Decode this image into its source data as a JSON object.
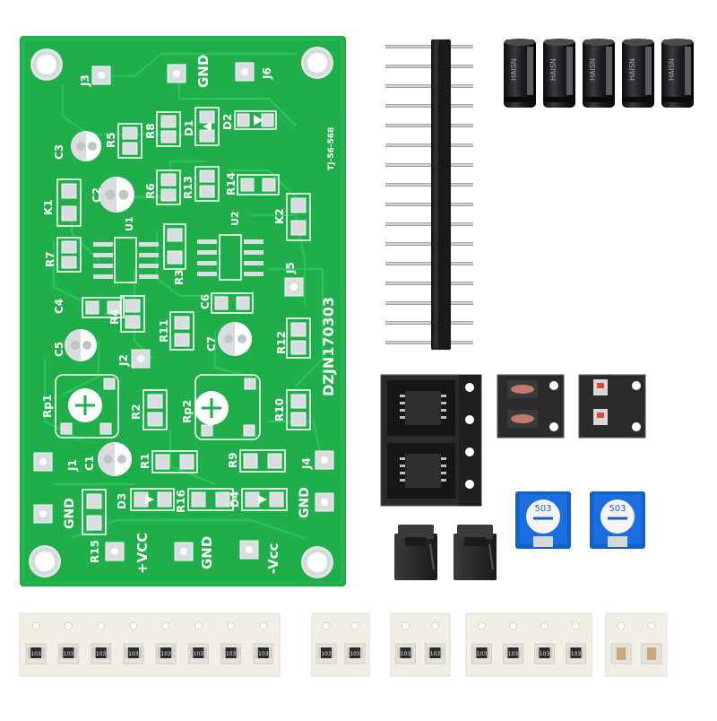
{
  "board": {
    "colors": {
      "pcb": "#1fae4a",
      "pcb_edge": "#23b84f",
      "silkscreen": "#ffffff",
      "pad": "#d9dde0"
    },
    "code_vertical": "DZJN170303",
    "code_small": "TJ-56-568",
    "labels": {
      "J3": "J3",
      "GND_top": "GND",
      "J6": "J6",
      "C3": "C3",
      "R5": "R5",
      "R8": "R8",
      "D1": "D1",
      "D2": "D2",
      "K1": "K1",
      "C2": "C2",
      "R6": "R6",
      "R13": "R13",
      "R14": "R14",
      "K2": "K2",
      "U1": "U1",
      "U2": "U2",
      "R7": "R7",
      "R3": "R3",
      "J5": "J5",
      "C4": "C4",
      "R4": "R4",
      "C6": "C6",
      "C5": "C5",
      "R11": "R11",
      "C7": "C7",
      "R12": "R12",
      "J2": "J2",
      "Rp1": "Rp1",
      "R2": "R2",
      "Rp2": "Rp2",
      "R10": "R10",
      "J1": "J1",
      "C1": "C1",
      "R1": "R1",
      "R9": "R9",
      "J4": "J4",
      "GND_left": "GND",
      "D3": "D3",
      "R16": "R16",
      "D4": "D4",
      "GND_right": "GND",
      "R15": "R15",
      "VCC_pos": "+VCC",
      "GND_bottom": "GND",
      "VCC_neg": "-Vcc"
    }
  },
  "parts": {
    "capacitor_sleeve_text": "HAISN",
    "trimpot_code": "503",
    "chip_resistor_code": "103",
    "capacitor_count": 5,
    "header_pin_count": 16,
    "colors": {
      "capacitor": "#1b1b1e",
      "trimpot": "#1560c8",
      "jumper": "#2b2b2b",
      "tape": "#f2efe7"
    }
  }
}
